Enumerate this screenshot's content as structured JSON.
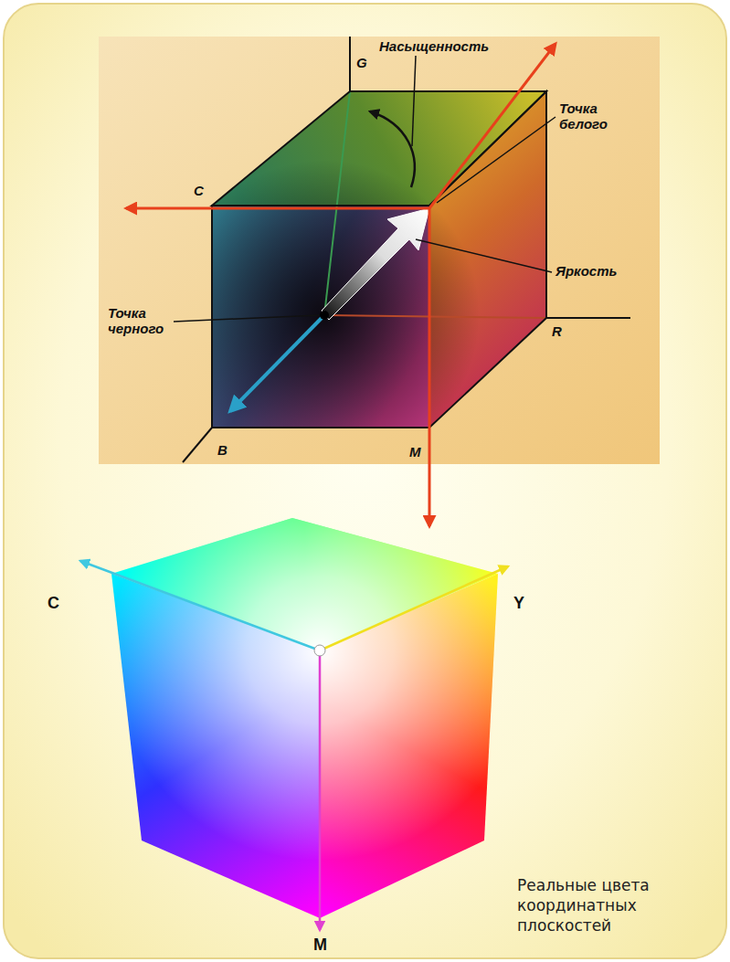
{
  "diagram": {
    "labels": [
      "Насыщенность",
      "G",
      "Точка белого",
      "C",
      "Яркость",
      "Точка черного",
      "R",
      "B",
      "M",
      "C",
      "Y",
      "M",
      "Реальные цвета координатных плоскостей"
    ]
  }
}
